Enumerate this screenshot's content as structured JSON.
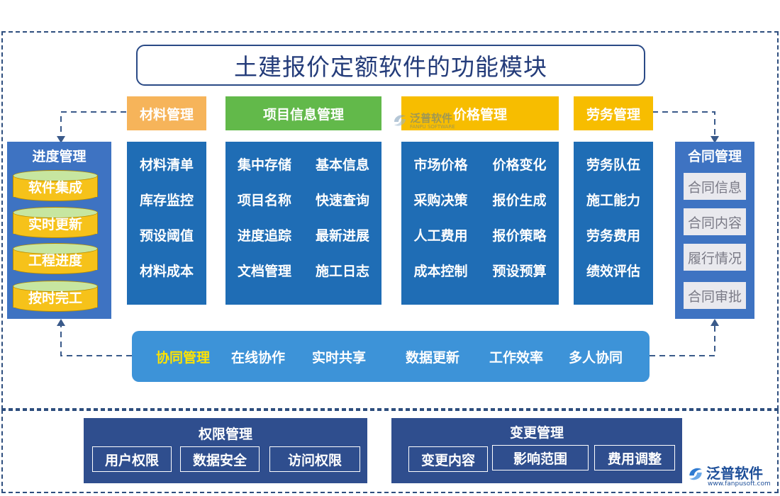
{
  "title": "土建报价定额软件的功能模块",
  "material": {
    "header": "材料管理",
    "items": [
      "材料清单",
      "库存监控",
      "预设阈值",
      "材料成本"
    ]
  },
  "project": {
    "header": "项目信息管理",
    "rows": [
      [
        "集中存储",
        "基本信息"
      ],
      [
        "项目名称",
        "快速查询"
      ],
      [
        "进度追踪",
        "最新进展"
      ],
      [
        "文档管理",
        "施工日志"
      ]
    ]
  },
  "price": {
    "header": "价格管理",
    "rows": [
      [
        "市场价格",
        "价格变化"
      ],
      [
        "采购决策",
        "报价生成"
      ],
      [
        "人工费用",
        "报价策略"
      ],
      [
        "成本控制",
        "预设预算"
      ]
    ]
  },
  "labor": {
    "header": "劳务管理",
    "items": [
      "劳务队伍",
      "施工能力",
      "劳务费用",
      "绩效评估"
    ]
  },
  "progress": {
    "header": "进度管理",
    "items": [
      "软件集成",
      "实时更新",
      "工程进度",
      "按时完工"
    ]
  },
  "contract": {
    "header": "合同管理",
    "items": [
      "合同信息",
      "合同内容",
      "履行情况",
      "合同审批"
    ]
  },
  "collab": {
    "label": "协同管理",
    "items": [
      "在线协作",
      "实时共享",
      "数据更新",
      "工作效率",
      "多人协同"
    ]
  },
  "permission": {
    "title": "权限管理",
    "items": [
      "用户权限",
      "数据安全",
      "访问权限"
    ]
  },
  "change": {
    "title": "变更管理",
    "items": [
      "变更内容",
      "影响范围",
      "费用调整"
    ]
  },
  "watermark": {
    "cn": "泛普软件",
    "en": "FANPU SOFTWARE"
  },
  "logo": {
    "name": "泛普软件",
    "url": "www.fanpusoft.com"
  },
  "colors": {
    "orange": "#f6b45a",
    "green": "#62b94a",
    "yellow": "#f7bd00",
    "blue": "#1f6db5",
    "collab": "#3d93d8",
    "dark": "#2f4e8e",
    "accent_text": "#ffe300"
  }
}
